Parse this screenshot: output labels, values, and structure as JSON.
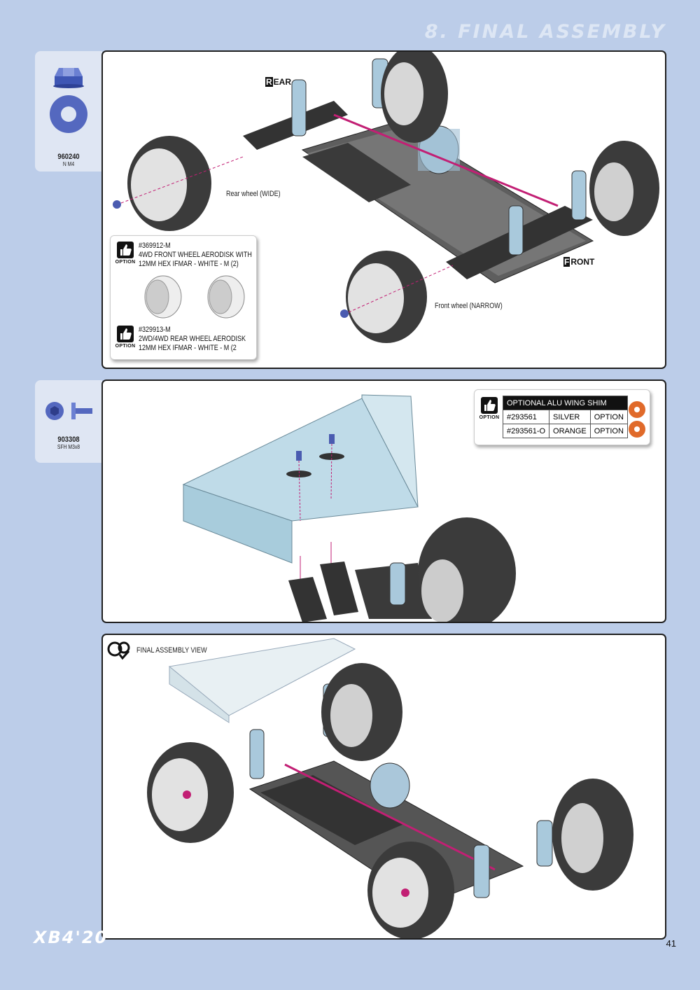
{
  "header": {
    "section_title": "8. FINAL ASSEMBLY"
  },
  "parts": [
    {
      "code": "960240",
      "desc": "N M4"
    },
    {
      "code": "903308",
      "desc": "SFH M3x8"
    }
  ],
  "step1": {
    "rear_label": "EAR",
    "rear_letter": "R",
    "front_label": "RONT",
    "front_letter": "F",
    "rear_wheel_label": "Rear wheel (WIDE)",
    "front_wheel_label": "Front wheel (NARROW)",
    "options": [
      {
        "icon_text": "OPTION",
        "part": "#369912-M",
        "line1": "4WD FRONT WHEEL AERODISK WITH",
        "line2": "12MM HEX IFMAR - WHITE - M (2)"
      },
      {
        "icon_text": "OPTION",
        "part": "#329913-M",
        "line1": "2WD/4WD REAR WHEEL AERODISK",
        "line2": "12MM HEX IFMAR - WHITE - M (2"
      }
    ]
  },
  "step2": {
    "option_icon_text": "OPTION",
    "shim_table": {
      "title": "OPTIONAL ALU WING SHIM",
      "rows": [
        {
          "part": "#293561",
          "color": "SILVER",
          "type": "OPTION"
        },
        {
          "part": "#293561-O",
          "color": "ORANGE",
          "type": "OPTION"
        }
      ]
    }
  },
  "step3": {
    "title": "FINAL ASSEMBLY VIEW"
  },
  "footer": {
    "logo": "XB4'20",
    "page": "41"
  },
  "colors": {
    "page_bg": "#bccde9",
    "part_blue": "#5a6fc0",
    "shim_orange": "#e06a2a",
    "axle_magenta": "#c21f74"
  }
}
